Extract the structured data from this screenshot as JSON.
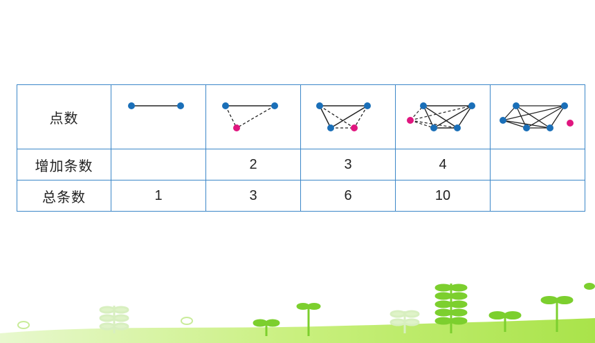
{
  "table": {
    "row_labels": [
      "点数",
      "增加条数",
      "总条数"
    ],
    "added_edges": [
      "",
      "2",
      "3",
      "4",
      ""
    ],
    "total_edges": [
      "1",
      "3",
      "6",
      "10",
      ""
    ]
  },
  "colors": {
    "border": "#3a86c8",
    "point": "#1a6fb8",
    "new_point": "#e0167f",
    "line": "#222222",
    "ground": "#b8ea5c",
    "plant": "#7ccf2e"
  }
}
